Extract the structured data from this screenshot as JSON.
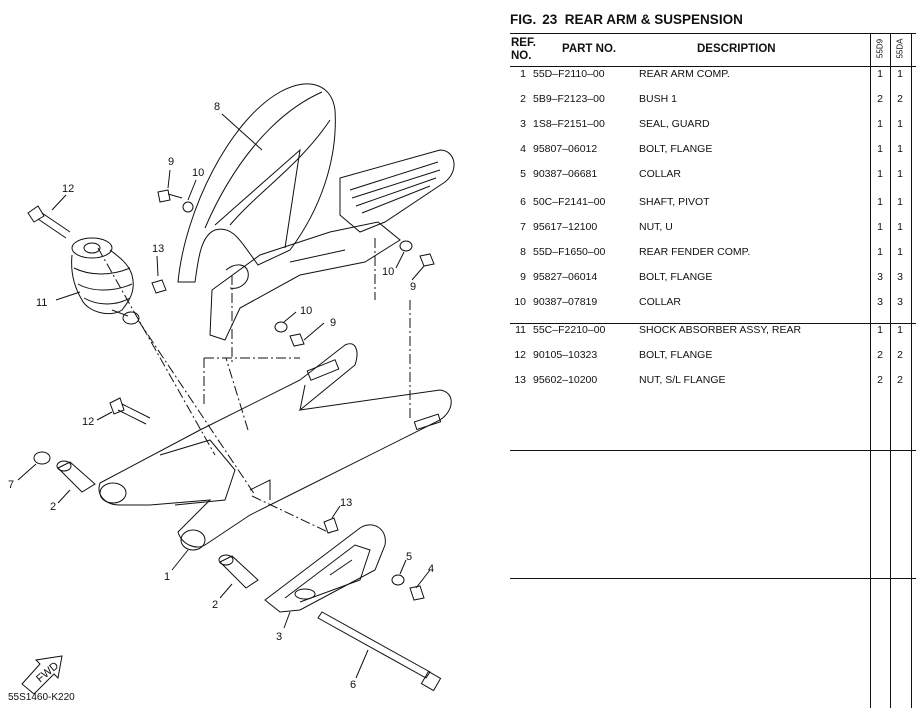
{
  "figure": {
    "label": "FIG.",
    "number": "23",
    "title": "REAR ARM & SUSPENSION"
  },
  "table": {
    "headers": {
      "ref_line1": "REF.",
      "ref_line2": "NO.",
      "part_no": "PART NO.",
      "description": "DESCRIPTION",
      "model_1": "55D9",
      "model_2": "55DA"
    },
    "rows": [
      {
        "ref": "1",
        "part": "55D–F2110–00",
        "desc": "REAR ARM COMP.",
        "q1": "1",
        "q2": "1"
      },
      {
        "ref": "2",
        "part": "5B9–F2123–00",
        "desc": "BUSH 1",
        "q1": "2",
        "q2": "2"
      },
      {
        "ref": "3",
        "part": "1S8–F2151–00",
        "desc": "SEAL, GUARD",
        "q1": "1",
        "q2": "1"
      },
      {
        "ref": "4",
        "part": "95807–06012",
        "desc": "BOLT, FLANGE",
        "q1": "1",
        "q2": "1"
      },
      {
        "ref": "5",
        "part": "90387–06681",
        "desc": "COLLAR",
        "q1": "1",
        "q2": "1"
      },
      {
        "ref": "6",
        "part": "50C–F2141–00",
        "desc": "SHAFT, PIVOT",
        "q1": "1",
        "q2": "1"
      },
      {
        "ref": "7",
        "part": "95617–12100",
        "desc": "NUT, U",
        "q1": "1",
        "q2": "1"
      },
      {
        "ref": "8",
        "part": "55D–F1650–00",
        "desc": "REAR FENDER COMP.",
        "q1": "1",
        "q2": "1"
      },
      {
        "ref": "9",
        "part": "95827–06014",
        "desc": "BOLT, FLANGE",
        "q1": "3",
        "q2": "3"
      },
      {
        "ref": "10",
        "part": "90387–07819",
        "desc": "COLLAR",
        "q1": "3",
        "q2": "3"
      },
      {
        "ref": "11",
        "part": "55C–F2210–00",
        "desc": "SHOCK ABSORBER ASSY, REAR",
        "q1": "1",
        "q2": "1"
      },
      {
        "ref": "12",
        "part": "90105–10323",
        "desc": "BOLT, FLANGE",
        "q1": "2",
        "q2": "2"
      },
      {
        "ref": "13",
        "part": "95602–10200",
        "desc": "NUT, S/L FLANGE",
        "q1": "2",
        "q2": "2"
      }
    ]
  },
  "diagram": {
    "callouts": {
      "c1": "1",
      "c2a": "2",
      "c2b": "2",
      "c3": "3",
      "c4": "4",
      "c5": "5",
      "c6": "6",
      "c7": "7",
      "c8": "8",
      "c9a": "9",
      "c9b": "9",
      "c9c": "9",
      "c10a": "10",
      "c10b": "10",
      "c10c": "10",
      "c11": "11",
      "c12a": "12",
      "c12b": "12",
      "c13a": "13",
      "c13b": "13"
    },
    "fwd_label": "FWD",
    "drawing_code": "55S1460-K220"
  }
}
